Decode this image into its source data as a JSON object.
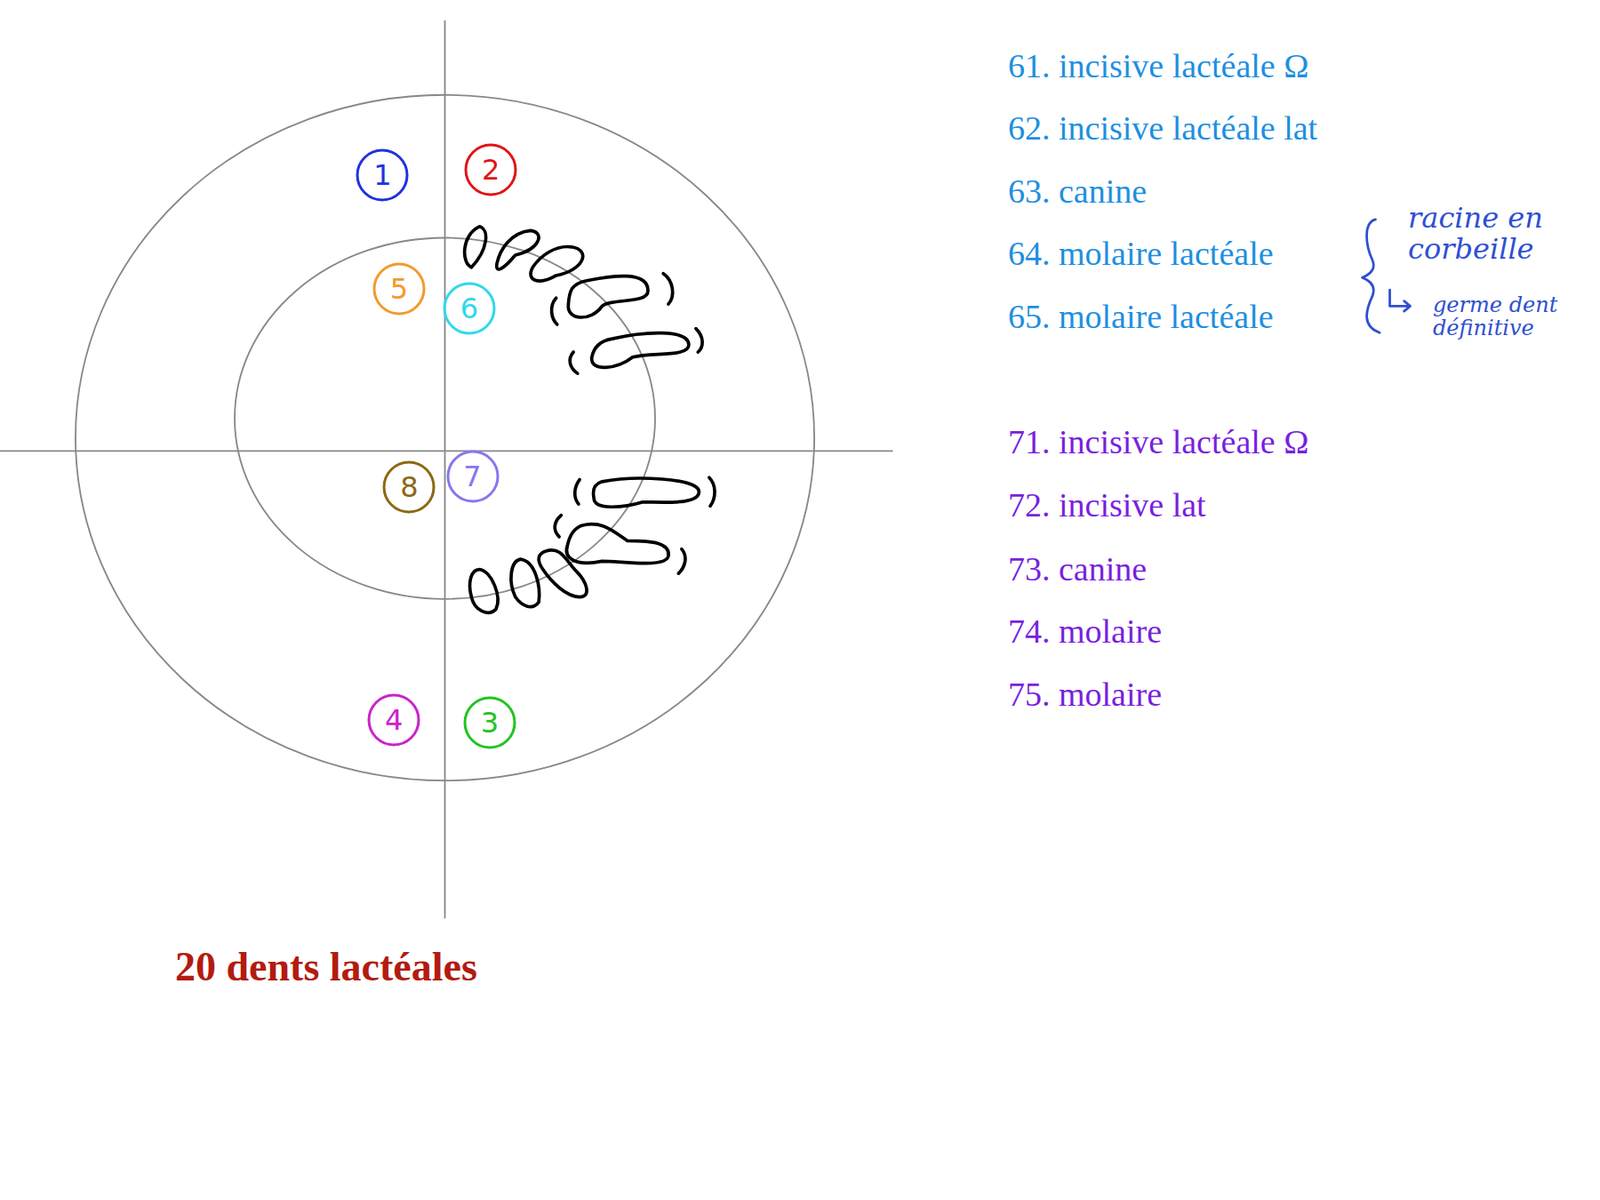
{
  "diagram": {
    "caption": "20 dents lactéales",
    "nodes": [
      {
        "text": [
          "1"
        ]
      },
      {
        "text": [
          "2"
        ]
      },
      {
        "text": [
          "5"
        ]
      },
      {
        "text": [
          "6"
        ]
      },
      {
        "text": [
          "8"
        ]
      },
      {
        "text": [
          "7"
        ]
      },
      {
        "text": [
          "4"
        ]
      },
      {
        "text": [
          "3"
        ]
      }
    ],
    "labels": [
      "61. incisive lactéale Ω",
      "62. incisive lactéale lat",
      "63. canine",
      "64. molaire lactéale",
      "65. molaire lactéale",
      "racine en corbeille",
      "germe dent définitive",
      "71. incisive lactéale Ω",
      "72. incisive lat",
      "73. canine",
      "74. molaire",
      "75. molaire"
    ]
  }
}
